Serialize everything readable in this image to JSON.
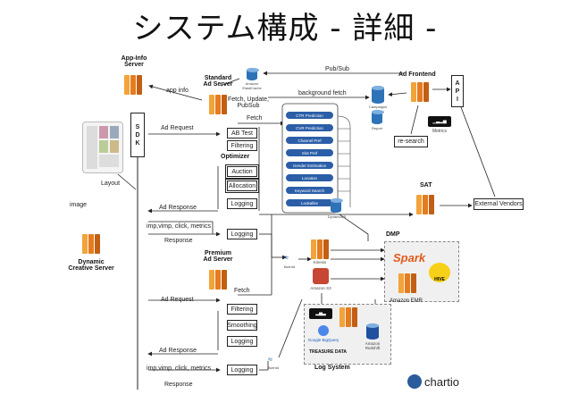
{
  "title": "システム構成 - 詳細 -",
  "app_info": "App-Info\nServer",
  "app_info_label": "app info",
  "standard_ad_server": "Standard\nAd Server",
  "premium_ad_server": "Premium\nAd Server",
  "dynamic_creative": "Dynamic\nCreative Server",
  "image_label": "image",
  "layout_label": "Layout",
  "sdk": "S\nD\nK",
  "ad_request_1": "Ad Request",
  "ad_request_2": "Ad Request",
  "ad_response_1": "Ad Response",
  "ad_response_2": "Ad Response",
  "imp_1": "imp,vimp, click, metrics",
  "imp_2": "imp,vimp, click, metrics",
  "response_1": "Response",
  "response_2": "Response",
  "fetch_1": "Fetch",
  "fetch_2": "Fetch",
  "std_boxes": {
    "ab_test": "AB Test",
    "filtering": "Filtering",
    "auction": "Auction",
    "allocation": "Allocation",
    "logging1": "Logging",
    "logging2": "Logging"
  },
  "optimizer": "Optimizer",
  "prem_boxes": {
    "filtering": "Filtering",
    "smoothing": "Smoothing",
    "logging1": "Logging",
    "logging2": "Logging"
  },
  "elasticache": "Amazon\nElastiCache",
  "fetch_update": "Fetch, Update,\nPubSub",
  "pubsub": "Pub/Sub",
  "background_fetch": "background fetch",
  "predictions": [
    "CTR Prediction",
    "CVR Prediction",
    "Channel Pref",
    "Slot Pref",
    "Gender Estimation",
    "Location",
    "Keyword Search",
    "Lookalike"
  ],
  "dynamodb": "DynamoDB",
  "ad_frontend": "Ad Frontend",
  "api": "A\nP\nI",
  "campaigns": "Campaigns",
  "report": "Report",
  "metrics": "Metrics",
  "re_search": "re-search",
  "sat": "SAT",
  "external_vendors": "External Vendors",
  "dmp": "DMP",
  "spark": "Spark",
  "hive": "HIVE",
  "amazon_emr": "Amazon EMR",
  "kinesis": "Kinesis",
  "amazon_s3": "Amazon S3",
  "fluentd_1": "fluentd",
  "fluentd_2": "fluentd",
  "log_system": "Log System",
  "bigquery": "Google BigQuery",
  "treasure_data": "TREASURE DATA",
  "amazon_redshift": "Amazon\nRedshift",
  "chartio": "chartio",
  "colors": {
    "aws_orange": "#e57c1f",
    "db_blue": "#2e73b8",
    "pill_blue": "#2b5ea7",
    "spark_orange": "#e25a1c"
  }
}
